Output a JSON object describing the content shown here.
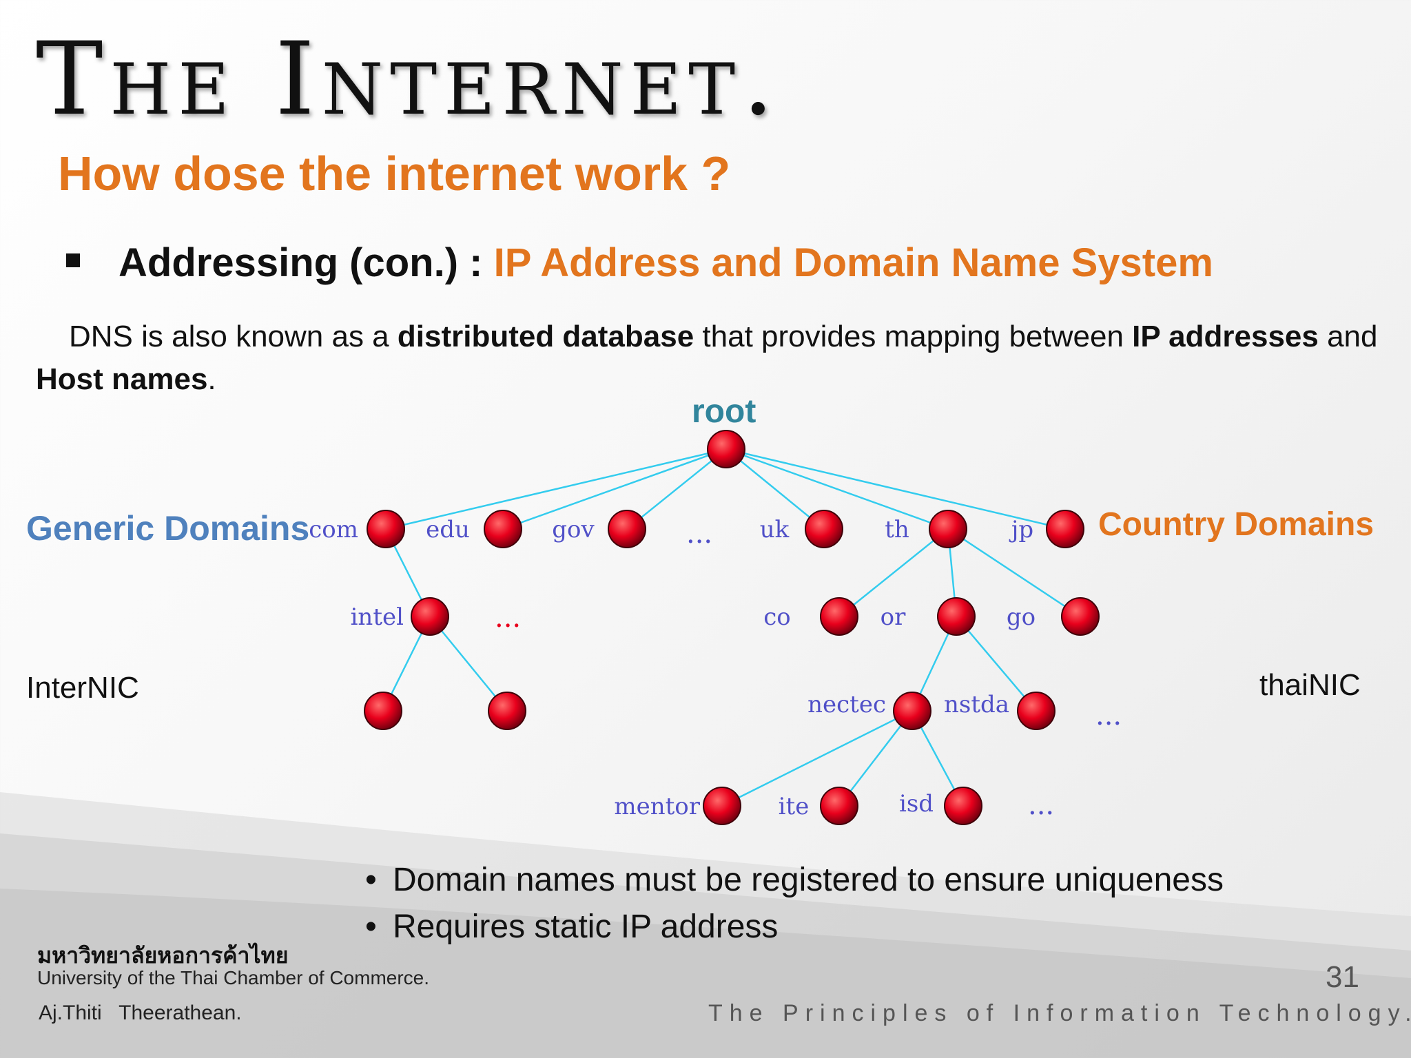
{
  "title": "The Internet.",
  "subtitle": "How dose the internet work ?",
  "bullet": {
    "lead": "Addressing (con.) : ",
    "highlight": "IP Address and Domain Name System"
  },
  "paragraph": {
    "p1": "DNS is also known as a ",
    "b1": "distributed database",
    "p2": " that provides mapping between ",
    "b2": "IP addresses",
    "p3": " and ",
    "b3": "Host names",
    "p4": "."
  },
  "diagram": {
    "root_label": "root",
    "generic_label": "Generic Domains",
    "country_label": "Country Domains",
    "left_registry": "InterNIC",
    "right_registry": "thaiNIC",
    "node_labels": {
      "com": "com",
      "edu": "edu",
      "gov": "gov",
      "uk": "uk",
      "th": "th",
      "jp": "jp",
      "intel": "intel",
      "co": "co",
      "or": "or",
      "go": "go",
      "nectec": "nectec",
      "nstda": "nstda",
      "mentor": "mentor",
      "ite": "ite",
      "isd": "isd"
    },
    "ellipsis": "...",
    "colors": {
      "node": "#E8001C",
      "edge": "#33CCEE",
      "node_label": "#5050C8",
      "ellipsis_blue": "#5050C8",
      "ellipsis_red": "#E8001C"
    }
  },
  "bottom_points": [
    "Domain names must be registered to ensure uniqueness",
    "Requires static IP address"
  ],
  "footer": {
    "university_thai": "มหาวิทยาลัยหอการค้าไทย",
    "university_en": "University of the Thai Chamber of Commerce.",
    "lecturer": "Aj.Thiti   Theerathean.",
    "page_number": "31",
    "course": "The Principles of Information Technology."
  },
  "colors": {
    "accent_orange": "#E2751E",
    "accent_blue": "#4F81BD",
    "root_teal": "#31859C"
  }
}
